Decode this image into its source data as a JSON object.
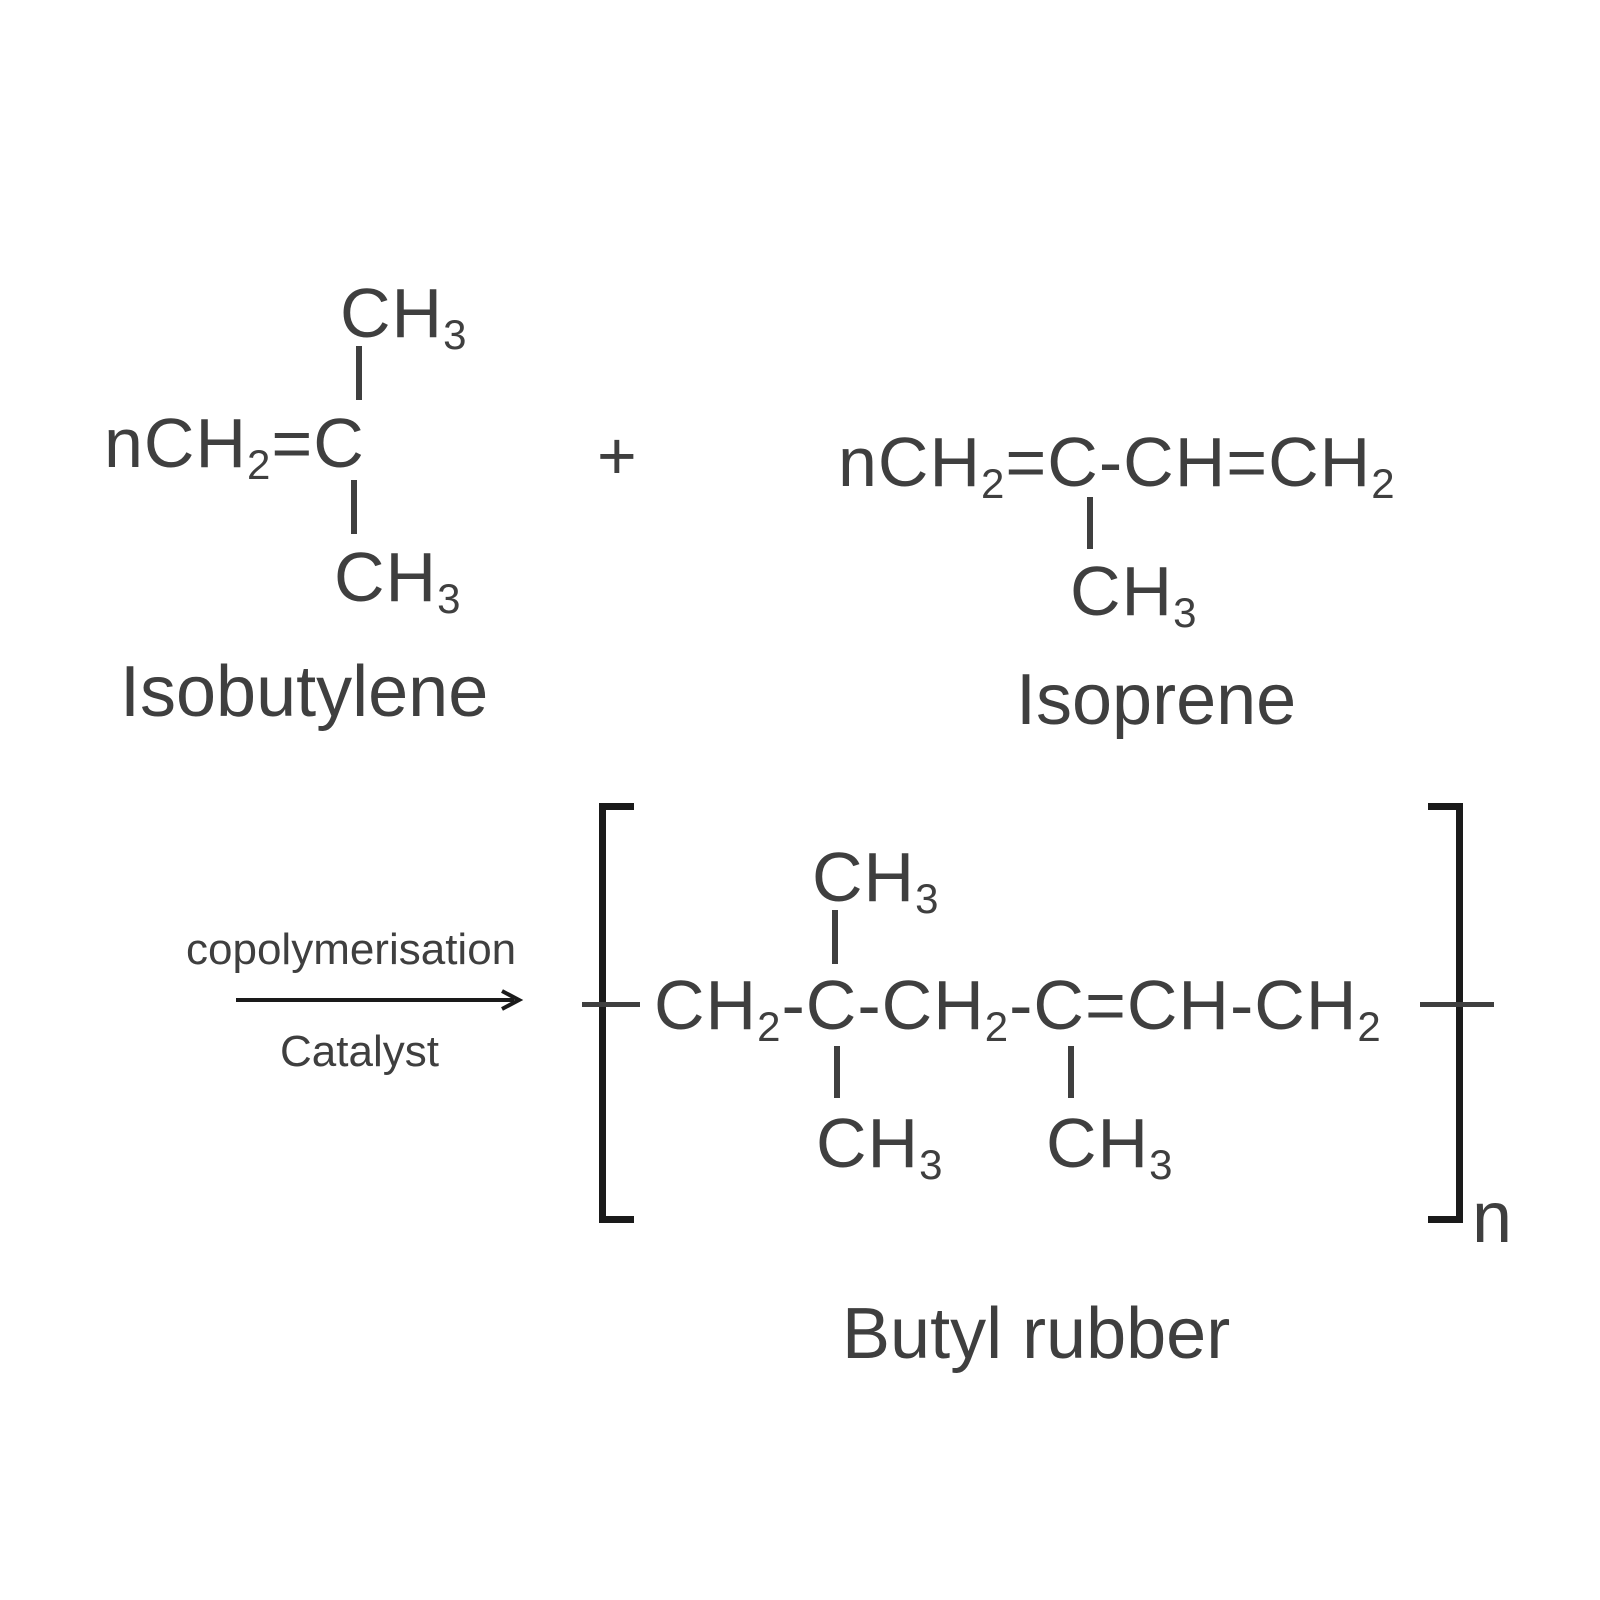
{
  "isobutylene": {
    "main_prefix": "nCH",
    "main_sub": "2",
    "main_suffix": "=C",
    "top_group": "CH",
    "top_sub": "3",
    "bottom_group": "CH",
    "bottom_sub": "3",
    "name": "Isobutylene"
  },
  "plus": "+",
  "isoprene": {
    "main_prefix": "nCH",
    "main_sub1": "2",
    "main_mid": "=C-CH=CH",
    "main_sub2": "2",
    "bottom_group": "CH",
    "bottom_sub": "3",
    "name": "Isoprene"
  },
  "reaction": {
    "above_arrow": "copolymerisation",
    "below_arrow": "Catalyst"
  },
  "butyl_rubber": {
    "p1": "CH",
    "s1": "2",
    "p2": "-C-CH",
    "s2": "2",
    "p3": "-C=CH-CH",
    "s3": "2",
    "top_group": "CH",
    "top_sub": "3",
    "bottom1_group": "CH",
    "bottom1_sub": "3",
    "bottom2_group": "CH",
    "bottom2_sub": "3",
    "repeat_subscript": "n",
    "name": "Butyl rubber"
  }
}
